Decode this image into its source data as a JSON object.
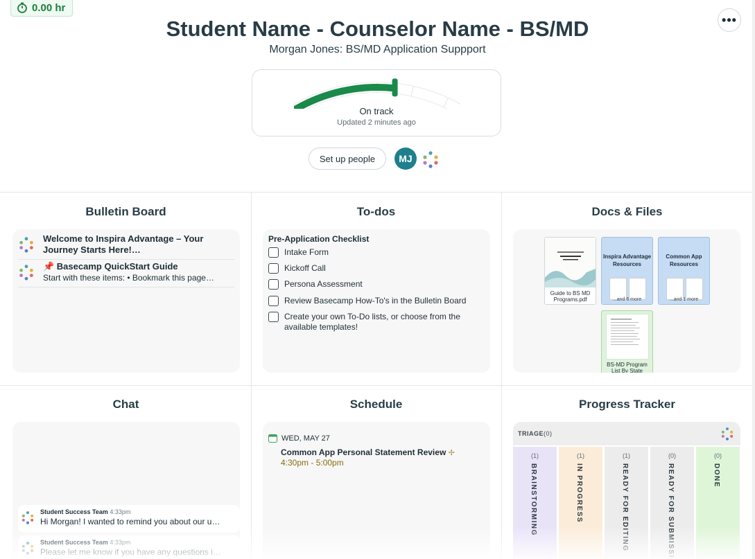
{
  "timer": {
    "label": "0.00 hr"
  },
  "header": {
    "title": "Student Name - Counselor Name - BS/MD",
    "subtitle": "Morgan Jones: BS/MD Application Suppport"
  },
  "progress": {
    "status": "On track",
    "updated": "Updated 2 minutes ago",
    "level": 0.55
  },
  "people": {
    "button_label": "Set up people",
    "avatar_initials": "MJ"
  },
  "bulletin": {
    "title": "Bulletin Board",
    "items": [
      {
        "title": "Welcome to Inspira Advantage – Your Journey Starts Here!…",
        "sub": ""
      },
      {
        "title": "📌 Basecamp QuickStart Guide",
        "sub": "Start with these items: • Bookmark this page…"
      }
    ]
  },
  "todos": {
    "title": "To-dos",
    "list_name": "Pre-Application Checklist",
    "items": [
      "Intake Form",
      "Kickoff Call",
      "Persona Assessment",
      "Review Basecamp How-To's in the Bulletin Board",
      "Create your own To-Do lists, or choose from the available templates!"
    ]
  },
  "docs": {
    "title": "Docs & Files",
    "pdf_name": "Guide to BS MD Programs.pdf",
    "folders": [
      {
        "name": "Inspira Advantage Resources",
        "more": "...and 6 more"
      },
      {
        "name": "Common App Resources",
        "more": "...and 1 more"
      },
      {
        "name": "BS-MD Program List By State",
        "more": ""
      }
    ]
  },
  "chat": {
    "title": "Chat",
    "messages": [
      {
        "author": "Student Success Team",
        "time": "4:33pm",
        "text": "Hi Morgan! I wanted to remind you about our u…"
      },
      {
        "author": "Student Success Team",
        "time": "4:33pm",
        "text": "Please let me know if you have any questions i…"
      }
    ]
  },
  "schedule": {
    "title": "Schedule",
    "date": "WED, MAY 27",
    "event_title": "Common App Personal Statement Review",
    "event_time": "4:30pm - 5:00pm"
  },
  "tracker": {
    "title": "Progress Tracker",
    "triage_label": "TRIAGE",
    "triage_count": "(0)",
    "columns": [
      {
        "label": "BRAINSTORMING",
        "count": "(1)",
        "color": "#e9e3f8"
      },
      {
        "label": "IN PROGRESS",
        "count": "(1)",
        "color": "#fbecd9"
      },
      {
        "label": "READY FOR EDITING",
        "count": "(1)",
        "color": "#ececec"
      },
      {
        "label": "READY FOR SUBMISSION",
        "count": "(0)",
        "color": "#ececec"
      },
      {
        "label": "DONE",
        "count": "(0)",
        "color": "#dff5d8"
      }
    ]
  },
  "colors": {
    "accent_green": "#1a8a4a",
    "avatar_teal": "#1f7f8c"
  }
}
